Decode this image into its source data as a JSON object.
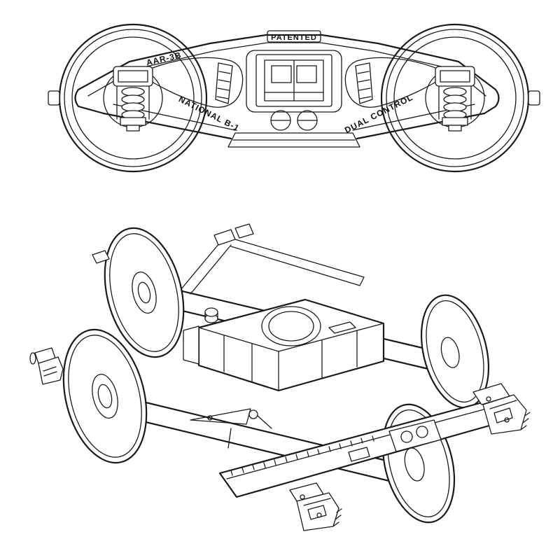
{
  "canvas": {
    "background": "#ffffff",
    "line_color": "#1a1a1a"
  },
  "labels": {
    "patented": "PATENTED",
    "aar_class": "AAR-3B",
    "model": "NATIONAL B-1",
    "control": "DUAL CONTROL"
  }
}
